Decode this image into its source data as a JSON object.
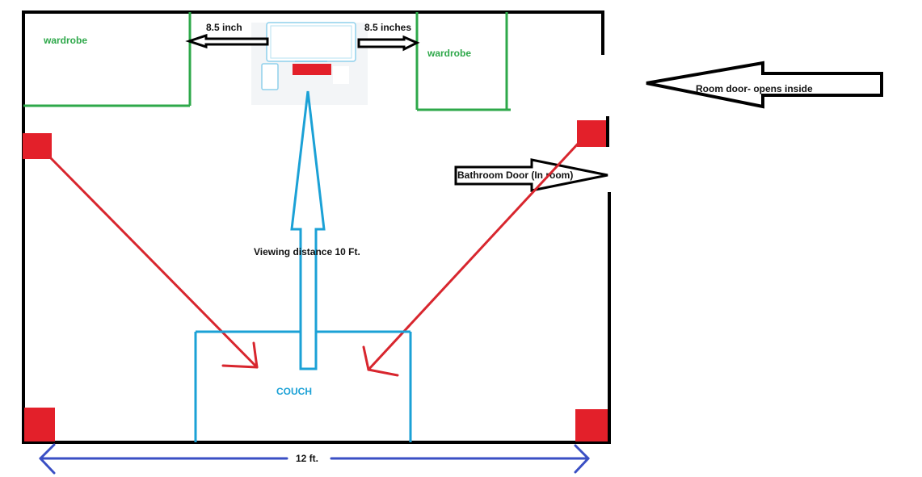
{
  "labels": {
    "wardrobe_left": "wardrobe",
    "wardrobe_right": "wardrobe",
    "gap_left": "8.5 inch",
    "gap_right": "8.5 inches",
    "room_door": "Room door- opens inside",
    "bathroom_door": "Bathroom Door (In room)",
    "viewing_distance": "Viewing distance 10 Ft.",
    "couch": "COUCH",
    "width": "12 ft."
  },
  "colors": {
    "wall": "#000000",
    "wardrobe": "#2ea84a",
    "speaker": "#e3202a",
    "sound_arrow": "#d8262e",
    "couch": "#1ba1d6",
    "view_arrow": "#1ba1d6",
    "dimension_arrow": "#3a4fc4",
    "tv": "#8fd0ec"
  }
}
